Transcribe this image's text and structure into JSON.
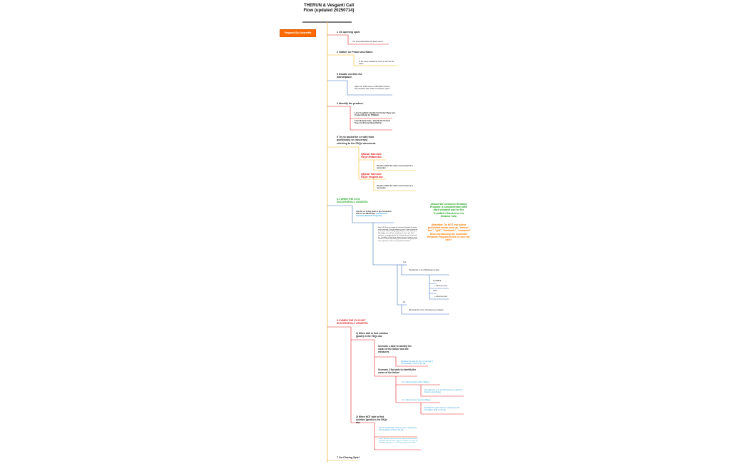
{
  "title": "THERUN & Vesganti Call Flow (updated 20250714)",
  "badge": "Prepared By AnswerMe",
  "steps": {
    "s1": "1 On opening spiel:",
    "s1_note": "Our spiel shall follow the brand name.",
    "s2": "2 Gather Cx Phone and Name.",
    "s2_note": "Is the name needed for them to see the full name",
    "s3": "3 Double confirm the marketplace.",
    "s3_note": "Spiel: For order issue or aftersales concern, the purchase was made on Amazon, right?",
    "s4": "4 Identify the product.",
    "s4_a": "1.For TreadBelt: Identify the Product Type and Product Model for TREBelts",
    "s4_b": "2.For Modular Sofa - Identify the Product Type and Product Basis/Fabric",
    "s5": "5 Try to assist the cx with their question(s) or concern(s) referring to the FAQs document.",
    "s5_a": "1)Model Tabel and FAQs/ IRoBun.doc",
    "s5_a_note": "Pls also utilize the other used resource if necessary",
    "s5_b": "2)Model Tabel and FAQs/ Vesganti.doc",
    "s5_b_note": "Pls also utilize the other used resource if necessary",
    "s6_1": "6.1 WHEN THE CX IS SUCCESSFULLY ASSISTED.",
    "s6_1_a": "Ask the cx if they want to get connected with us via WhatsApp.",
    "s6_1_a_sub": "(mention the Customer Rewards Program).",
    "s6_1_spiel": "Spiel: We have an ongoing Customer Rewards Program at the moment. If you'd provide us your 5-star testimonial (1 Product Photo/ 1) Engaging Website, when shared on WhatsApp, you will get complimentary free gift. We'll send you a complimentary free Vesganti pack to go with the TreadBelt. Would it be alright for you to share a short review, or video clip, letting you a pleasant shopping and user experience with us to yourself or like this?",
    "yes": "Yes",
    "yes_note": "Provide the cx our WhatsApp number",
    "tread": "TreadBelt:",
    "tread_no": "+ add-ons-once",
    "sofa": "Sofa:",
    "sofa_no": "+ add-ons-once",
    "no": "No",
    "no_note": "We thank the cx for choosing our products.",
    "s6_2": "6.2 WHEN THE CX IS NOT SUCCESSFULLY ASSISTED.",
    "s6_2_1": "1) When able to find solution (guide) in the FAQs doc",
    "sc1": "Scenario 1 Able to identify the cause of the failure and the measures",
    "sc1_note": "Escalate the case for the cx referring to the Escalation SOP on the file",
    "sc2": "Scenario 2 Not able to identify the cause of the failure",
    "sc2_a": "If cx orders that are within 30days",
    "sc2_a_note": "Pls guide the cx to contact Amazon support for Return or Exchange",
    "sc2_b": "If cx orders that are beyond 30days",
    "sc2_b_note": "Escalate the case for the cx referring to the Escalation SOP on the file",
    "s6_2_2": "2) When NOT able to find solution (guide) in the FAQs doc",
    "s6_2_2_a": "Step 1 Escalate the case for the cx referring to the Escalation SOP on the file",
    "s6_2_2_b": "Step 2 Reassure the Client have regard that the concern should be found in 24hr: Hey you can later on let you go through do what you can with your order for the sleek",
    "s7": "7 On Closing Spiel"
  },
  "notes": {
    "green": "Should We Customer Rewards Program: a complimentary Mini pack vibration pad for the TreadBelt / Blanket for the Modular Sofa",
    "orange": "Attention: Do NOT use below prohibited words such as \"review\", \"free\", \"gift\", \"feedback\", \"comment\" when mentioning the Customer Rewards Program to the cx over the call!!!"
  },
  "colors": {
    "trunk": "#f5c04a",
    "red": "#e02020",
    "blue": "#3a6fc4",
    "green": "#27a827",
    "orange": "#ff7a00",
    "yellow": "#f2b81b",
    "dark": "#333333",
    "cyan": "#2a9fd6"
  }
}
